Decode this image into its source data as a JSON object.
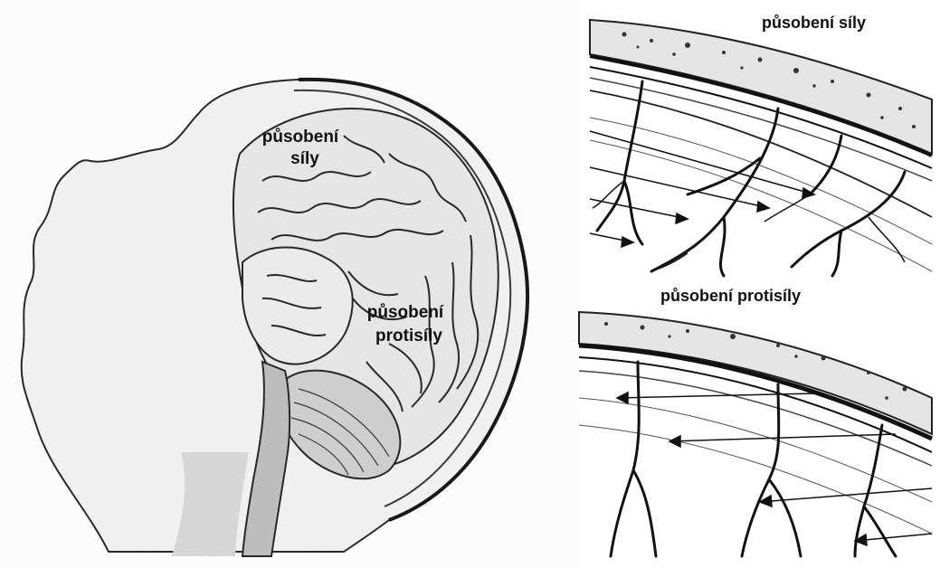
{
  "labels": {
    "brain_force_line1": "působení",
    "brain_force_line2": "síly",
    "brain_counter_line1": "působení",
    "brain_counter_line2": "protisíly",
    "top_panel": "působení síly",
    "bottom_panel": "působení protisíly"
  },
  "colors": {
    "ink": "#111111",
    "paper": "#ffffff",
    "shade": "#8a8a8a"
  }
}
